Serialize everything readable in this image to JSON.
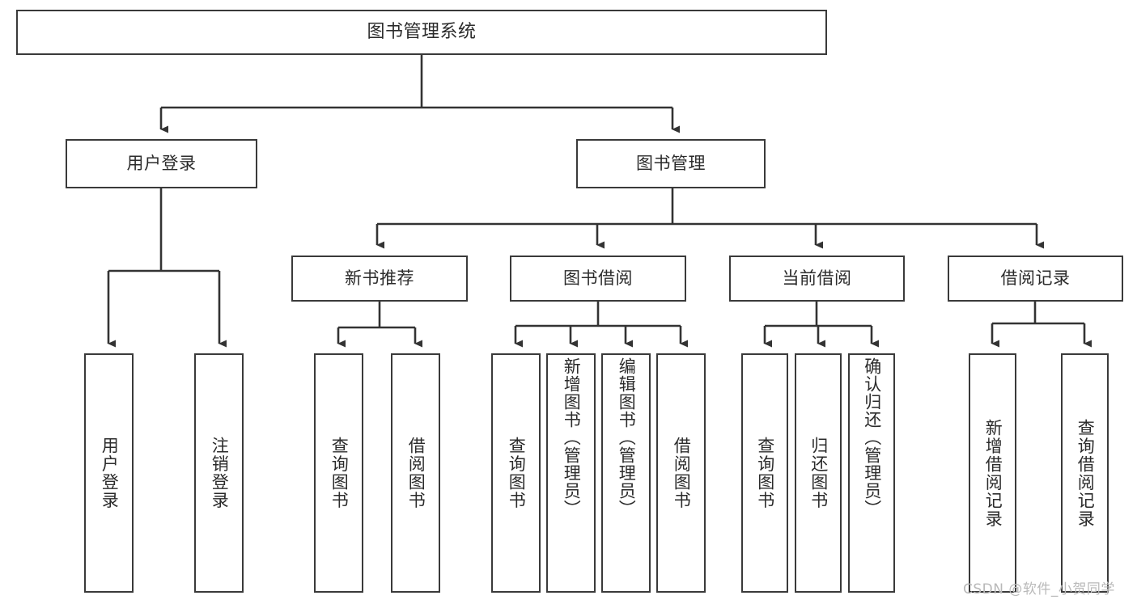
{
  "diagram": {
    "title": "图书管理系统",
    "type": "tree-hierarchy-chart",
    "colors": {
      "box_border": "#3a3a3a",
      "box_fill": "#ffffff",
      "connector": "#333333",
      "text": "#2b2b2b",
      "background": "#ffffff",
      "watermark": "#b9b9b9"
    },
    "watermark": "CSDN @软件_小贺同学",
    "nodes": {
      "root": {
        "label": "图书管理系统"
      },
      "level2": [
        {
          "id": "user-login",
          "label": "用户登录"
        },
        {
          "id": "book-management",
          "label": "图书管理"
        }
      ],
      "level3": [
        {
          "id": "new-book-recommend",
          "label": "新书推荐"
        },
        {
          "id": "book-borrow",
          "label": "图书借阅"
        },
        {
          "id": "current-borrow",
          "label": "当前借阅"
        },
        {
          "id": "borrow-record",
          "label": "借阅记录"
        }
      ],
      "leaves": {
        "user_login": [
          {
            "id": "user-login-leaf",
            "label": "用户登录"
          },
          {
            "id": "logout-leaf",
            "label": "注销登录"
          }
        ],
        "new_book_recommend": [
          {
            "id": "query-book-1",
            "label": "查询图书"
          },
          {
            "id": "borrow-book-1",
            "label": "借阅图书"
          }
        ],
        "book_borrow": [
          {
            "id": "query-book-2",
            "label": "查询图书"
          },
          {
            "id": "add-book",
            "label": "新增图书（管理员）"
          },
          {
            "id": "edit-book",
            "label": "编辑图书（管理员）"
          },
          {
            "id": "borrow-book-2",
            "label": "借阅图书"
          }
        ],
        "current_borrow": [
          {
            "id": "query-book-3",
            "label": "查询图书"
          },
          {
            "id": "return-book",
            "label": "归还图书"
          },
          {
            "id": "confirm-return",
            "label": "确认归还（管理员）"
          }
        ],
        "borrow_record": [
          {
            "id": "add-borrow-record",
            "label": "新增借阅记录"
          },
          {
            "id": "query-borrow-record",
            "label": "查询借阅记录"
          }
        ]
      }
    }
  }
}
